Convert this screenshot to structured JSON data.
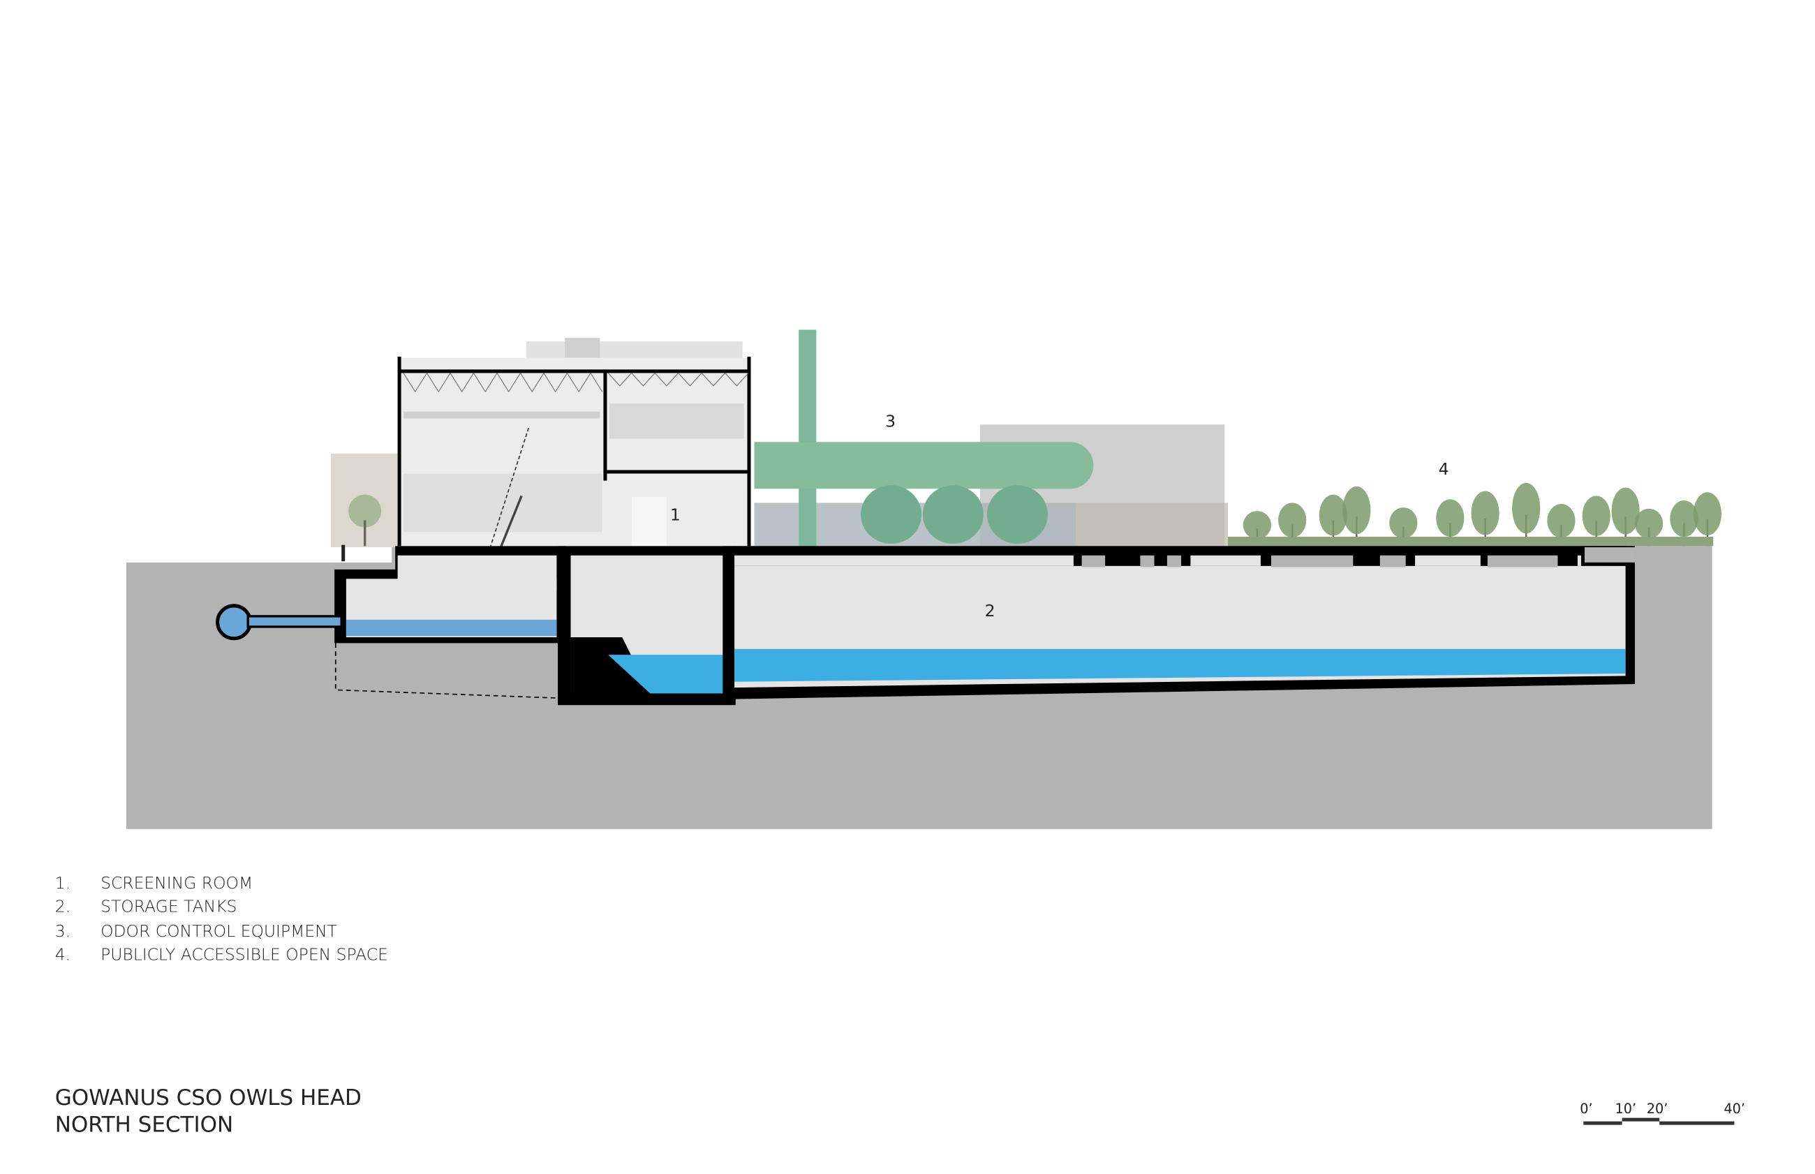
{
  "drawing": {
    "title_line1": "GOWANUS CSO OWLS HEAD",
    "title_line2": "NORTH SECTION",
    "callouts": [
      "1",
      "2",
      "3",
      "4"
    ]
  },
  "legend": [
    {
      "num": "1.",
      "label": "SCREENING ROOM"
    },
    {
      "num": "2.",
      "label": "STORAGE TANKS"
    },
    {
      "num": "3.",
      "label": "ODOR CONTROL EQUIPMENT"
    },
    {
      "num": "4.",
      "label": "PUBLICLY ACCESSIBLE OPEN SPACE"
    }
  ],
  "scale_bar": {
    "labels": [
      "0’",
      "10’",
      "20’",
      "40’"
    ]
  },
  "colors": {
    "ground": "#b3b3b3",
    "wall": "#000000",
    "tank_interior": "#e4e4e4",
    "water_tank": "#3daee3",
    "water_channel": "#6aa7d6",
    "equipment_green": "#7fb79a",
    "tree": "#7b9a6a"
  }
}
